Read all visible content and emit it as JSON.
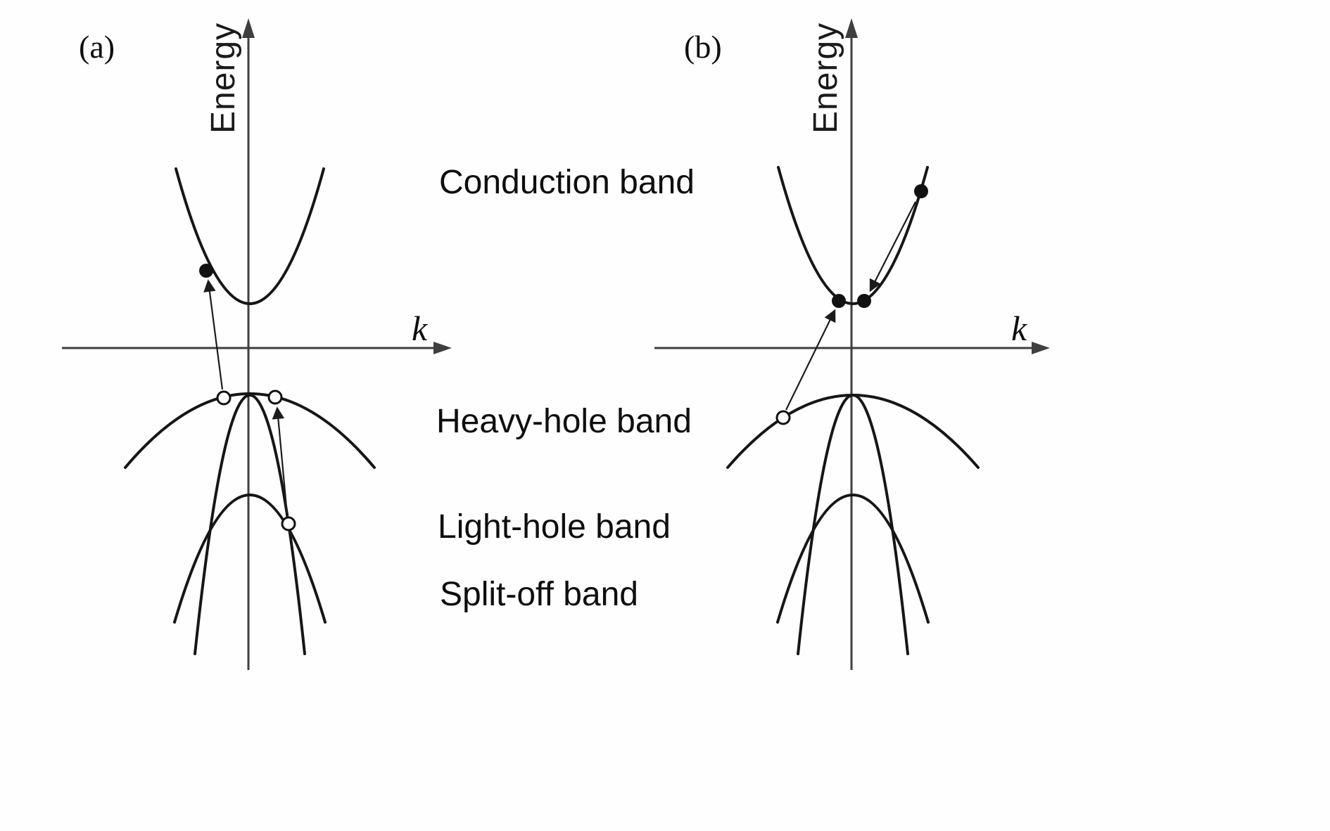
{
  "figure": {
    "background": "#fefefe",
    "curve_color": "#161616",
    "axis_color": "#3f3f3f"
  },
  "panel_a": {
    "tag": "(a)",
    "energy_axis_label": "Energy",
    "k_axis_label": "k"
  },
  "panel_b": {
    "tag": "(b)",
    "energy_axis_label": "Energy",
    "k_axis_label": "k"
  },
  "band_labels": {
    "conduction": "Conduction band",
    "heavy_hole": "Heavy-hole band",
    "light_hole": "Light-hole band",
    "split_off": "Split-off band"
  }
}
